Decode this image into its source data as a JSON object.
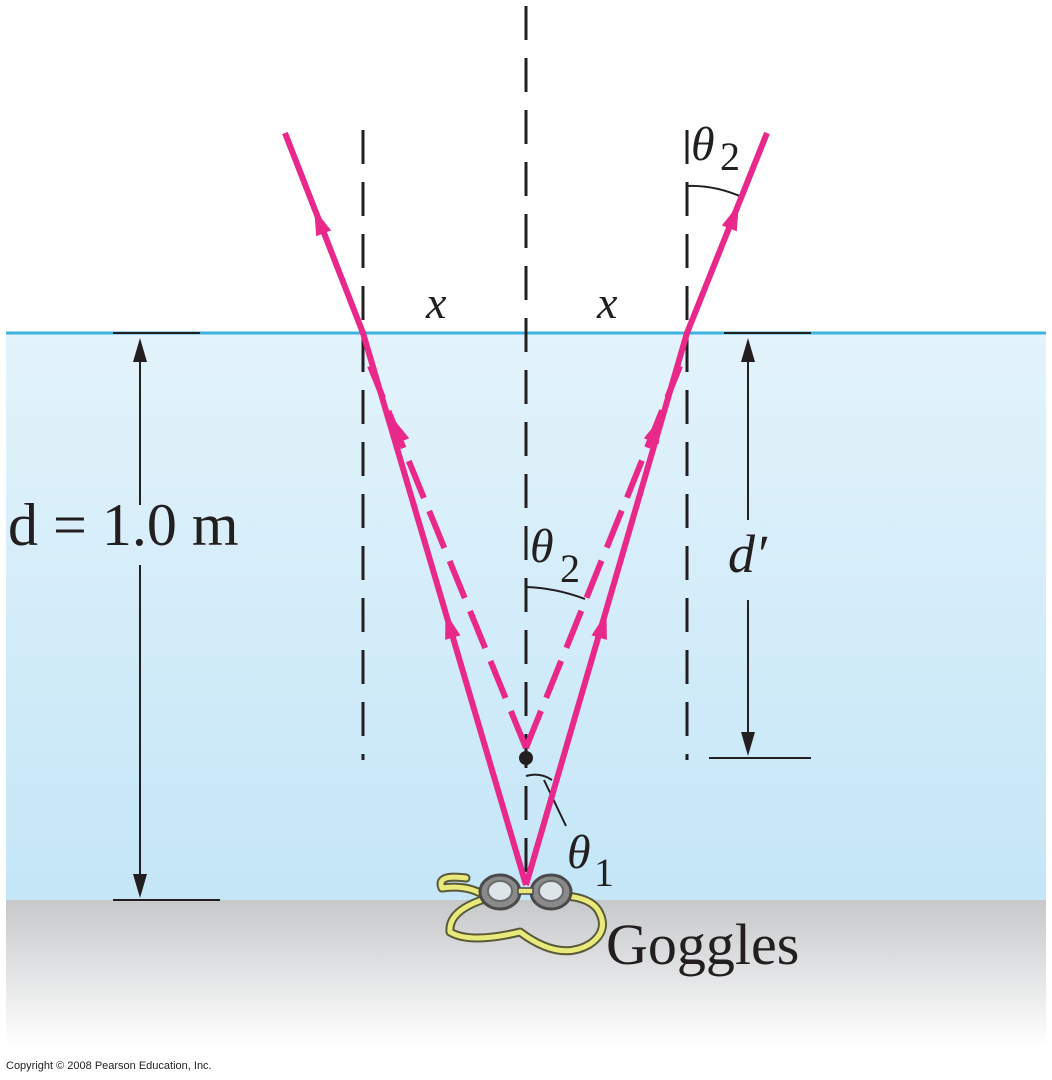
{
  "labels": {
    "x_left": "x",
    "x_right": "x",
    "depth_eq": "d = 1.0 m",
    "d_prime": "d′",
    "theta_symbol": "θ",
    "sub_1": "1",
    "sub_2": "2",
    "goggles": "Goggles",
    "copyright": "Copyright © 2008 Pearson Education, Inc."
  },
  "colors": {
    "ray": "#e8288a",
    "water_top": "#e3f3fb",
    "water_bottom": "#c4e6f7",
    "surface_line": "#3fb3e0",
    "floor_top": "#c6c8ca",
    "floor_bottom": "#ffffff",
    "ink": "#231f20",
    "goggle_strap": "#e9ea7a",
    "goggle_lens": "#cfd8dc"
  },
  "icons": {
    "goggles": "swim-goggles-icon",
    "arrowhead": "arrowhead-icon"
  }
}
